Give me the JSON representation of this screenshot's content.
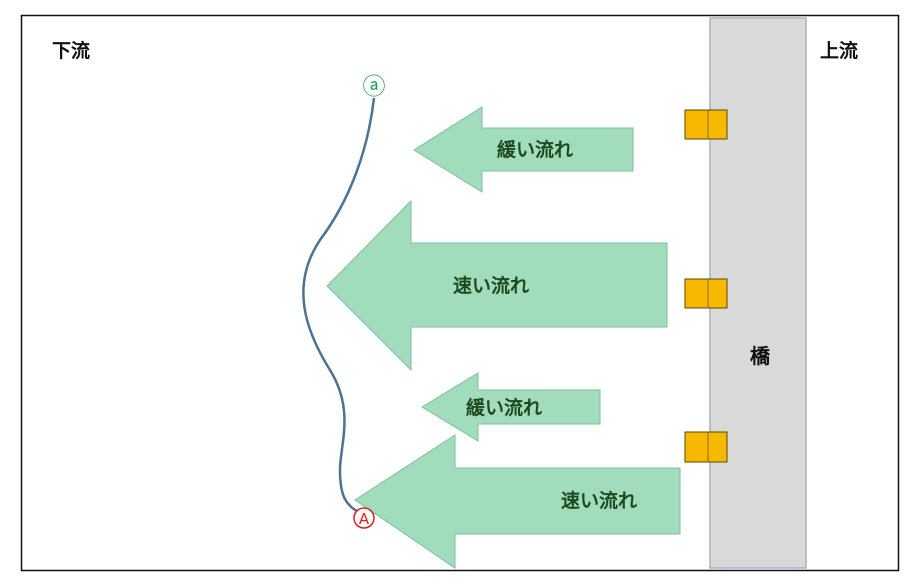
{
  "labels": {
    "downstream": "下流",
    "upstream": "上流",
    "bridge": "橋"
  },
  "arrows": [
    {
      "label": "緩い流れ",
      "kind": "slow"
    },
    {
      "label": "速い流れ",
      "kind": "fast"
    },
    {
      "label": "緩い流れ",
      "kind": "slow"
    },
    {
      "label": "速い流れ",
      "kind": "fast"
    }
  ],
  "markers": {
    "top": "ⓐ",
    "bottom": "A"
  },
  "colors": {
    "arrow_fill": "#a1dcbd",
    "arrow_stroke": "#7fbf9c",
    "arrow_text": "#1e4a1e",
    "bridge_fill": "#d9d9d9",
    "bridge_stroke": "#a9b3be",
    "pier_fill": "#f6b800",
    "pier_stroke": "#5a4a00",
    "path_line": "#4b7393",
    "marker_top": "#1aa548",
    "marker_bottom": "#e0201f"
  }
}
